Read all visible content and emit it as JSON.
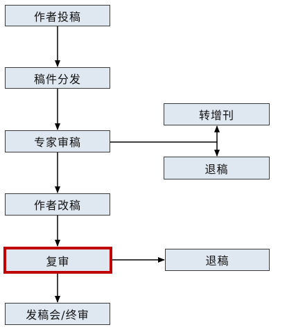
{
  "nodes": {
    "submit": "作者投稿",
    "distribute": "稿件分发",
    "expert_review": "专家审稿",
    "revise": "作者改稿",
    "re_review": "复审",
    "final": "发稿会/终审",
    "transfer": "转增刊",
    "reject_1": "退稿",
    "reject_2": "退稿"
  },
  "colors": {
    "node_fill": "#dfe7f1",
    "node_border": "#3a3a3a",
    "highlight_border": "#c00000",
    "arrow": "#000000"
  }
}
